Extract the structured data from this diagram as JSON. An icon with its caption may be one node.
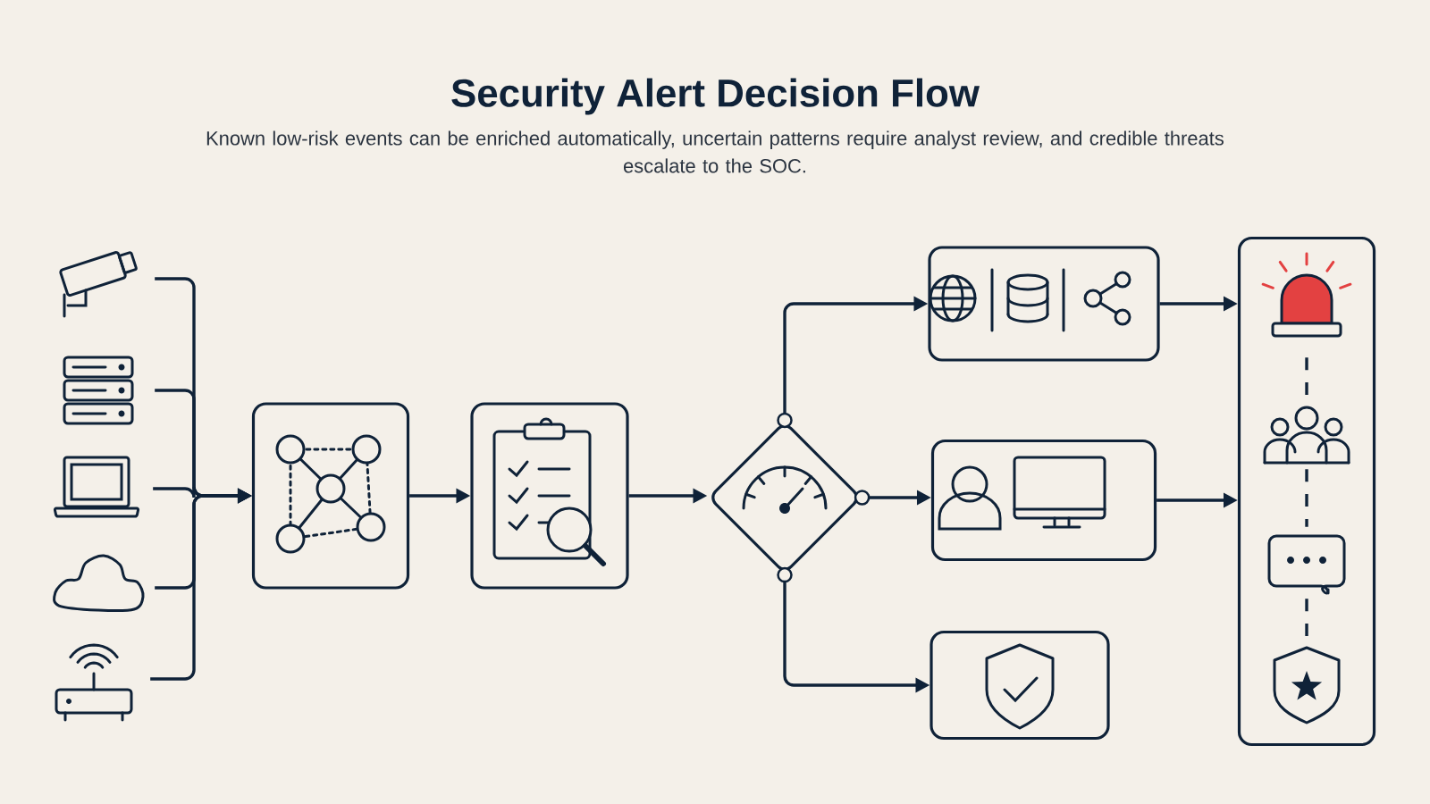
{
  "diagram": {
    "title": "Security Alert Decision Flow",
    "nodes": [
      {
        "text": [],
        "shape": "picture"
      },
      {
        "text": [],
        "shape": "picture"
      },
      {
        "text": [],
        "shape": "picture"
      },
      {
        "text": [],
        "shape": "picture"
      },
      {
        "text": [],
        "shape": "picture"
      },
      {
        "text": [],
        "shape": "box"
      },
      {
        "text": [],
        "shape": "box"
      },
      {
        "text": [],
        "shape": "diamond"
      },
      {
        "text": [],
        "shape": "box"
      },
      {
        "text": [],
        "shape": "box"
      },
      {
        "text": [],
        "shape": "box"
      },
      {
        "text": [],
        "shape": "box"
      },
      {
        "text": [],
        "shape": "picture",
        "in": 11
      },
      {
        "text": [],
        "shape": "picture",
        "in": 11
      },
      {
        "text": [],
        "shape": "picture",
        "in": 11
      },
      {
        "text": [],
        "shape": "picture",
        "in": 11
      }
    ],
    "edges": [
      {
        "from": 0,
        "to": 5,
        "arrow": "to"
      },
      {
        "from": 1,
        "to": 5,
        "arrow": "to"
      },
      {
        "from": 2,
        "to": 5,
        "arrow": "to"
      },
      {
        "from": 3,
        "to": 5,
        "arrow": "to"
      },
      {
        "from": 4,
        "to": 5,
        "arrow": "to"
      },
      {
        "from": 5,
        "to": 6,
        "arrow": "to"
      },
      {
        "from": 6,
        "to": 7,
        "arrow": "to"
      },
      {
        "from": 7,
        "to": 8,
        "arrow": "to"
      },
      {
        "from": 7,
        "to": 9,
        "arrow": "to"
      },
      {
        "from": 7,
        "to": 10,
        "arrow": "to"
      },
      {
        "from": 8,
        "to": 11,
        "arrow": "to"
      },
      {
        "from": 9,
        "to": 11,
        "arrow": "to"
      },
      {
        "from": 12,
        "to": 13,
        "arrow": "none",
        "style": "dashed"
      },
      {
        "from": 13,
        "to": 14,
        "arrow": "none",
        "style": "dashed"
      },
      {
        "from": 14,
        "to": 15,
        "arrow": "none",
        "style": "dashed"
      }
    ],
    "labels": [
      "Known low-risk events can be enriched automatically, uncertain patterns require analyst review, and credible threats escalate to the SOC."
    ]
  }
}
